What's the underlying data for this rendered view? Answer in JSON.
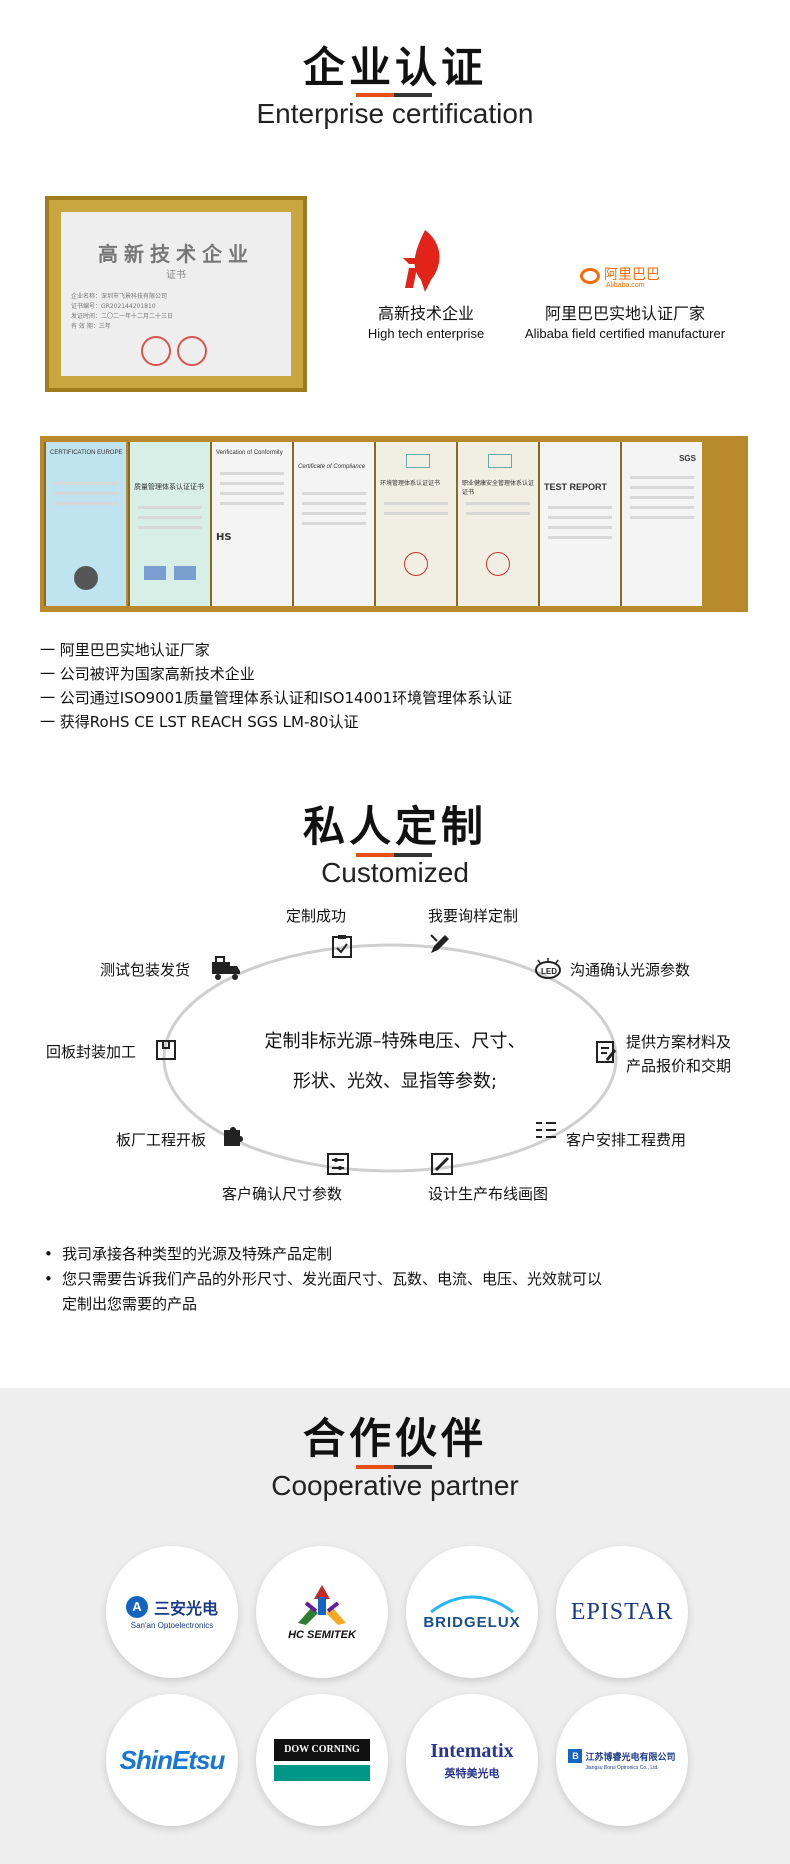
{
  "sections": {
    "enterprise": {
      "title_cn": "企业认证",
      "title_en": "Enterprise certification"
    },
    "custom": {
      "title_cn": "私人定制",
      "title_en": "Customized"
    },
    "partner": {
      "title_cn": "合作伙伴",
      "title_en": "Cooperative partner"
    }
  },
  "certificate": {
    "title": "高新技术企业",
    "subtitle": "证书",
    "lines": [
      "企业名称：深圳市飞景科技有限公司",
      "证书编号：GR202144201810",
      "发证时间：二〇二一年十二月二十三日",
      "有 效 期：三年"
    ]
  },
  "badges": [
    {
      "label_cn": "高新技术企业",
      "label_en": "High tech enterprise",
      "icon": "high-tech-flame-icon"
    },
    {
      "label_cn": "阿里巴巴实地认证厂家",
      "label_en": "Alibaba field certified manufacturer",
      "icon": "alibaba-logo-icon",
      "logo_text": "阿里巴巴",
      "logo_sub": "Alibaba.com"
    }
  ],
  "strip_certs": [
    "CERTIFICATION EUROPE",
    "质量管理体系认证证书",
    "Verification of Conformity",
    "Certificate of Compliance",
    "环境管理体系认证证书",
    "职业健康安全管理体系认证证书",
    "TEST REPORT",
    "SGS"
  ],
  "enterprise_bullets": [
    "一 阿里巴巴实地认证厂家",
    "一 公司被评为国家高新技术企业",
    "一 公司通过ISO9001质量管理体系认证和ISO14001环境管理体系认证",
    "一 获得RoHS  CE  LST  REACH   SGS   LM-80认证"
  ],
  "process": {
    "center_line1": "定制非标光源–特殊电压、尺寸、",
    "center_line2": "形状、光效、显指等参数;",
    "steps": [
      {
        "label": "定制成功",
        "icon": "clipboard-check-icon"
      },
      {
        "label": "我要询样定制",
        "icon": "pencil-ruler-icon"
      },
      {
        "label": "沟通确认光源参数",
        "icon": "led-bulb-icon"
      },
      {
        "label": "提供方案材料及",
        "label2": "产品报价和交期",
        "icon": "document-edit-icon"
      },
      {
        "label": "客户安排工程费用",
        "icon": "list-check-icon"
      },
      {
        "label": "设计生产布线画图",
        "icon": "drawing-icon"
      },
      {
        "label": "客户确认尺寸参数",
        "icon": "sliders-icon"
      },
      {
        "label": "板厂工程开板",
        "icon": "puzzle-icon"
      },
      {
        "label": "回板封装加工",
        "icon": "package-icon"
      },
      {
        "label": "测试包装发货",
        "icon": "delivery-truck-icon"
      }
    ]
  },
  "custom_bullets": [
    "我司承接各种类型的光源及特殊产品定制",
    "您只需要告诉我们产品的外形尺寸、发光面尺寸、瓦数、电流、电压、光效就可以",
    "定制出您需要的产品"
  ],
  "partners": [
    {
      "name": "三安光电",
      "sub": "San'an Optoelectronics"
    },
    {
      "name": "HC SEMITEK"
    },
    {
      "name": "BRIDGELUX"
    },
    {
      "name": "EPISTAR"
    },
    {
      "name": "ShinEtsu"
    },
    {
      "name": "DOW CORNING"
    },
    {
      "name": "Intematix",
      "sub": "英特美光电"
    },
    {
      "name": "江苏博睿光电有限公司",
      "sub": "Jiangsu Borui Optronics Co., Ltd."
    }
  ],
  "colors": {
    "accent": "#e8501a",
    "dark": "#333333",
    "arc": "#cfcfcf"
  }
}
